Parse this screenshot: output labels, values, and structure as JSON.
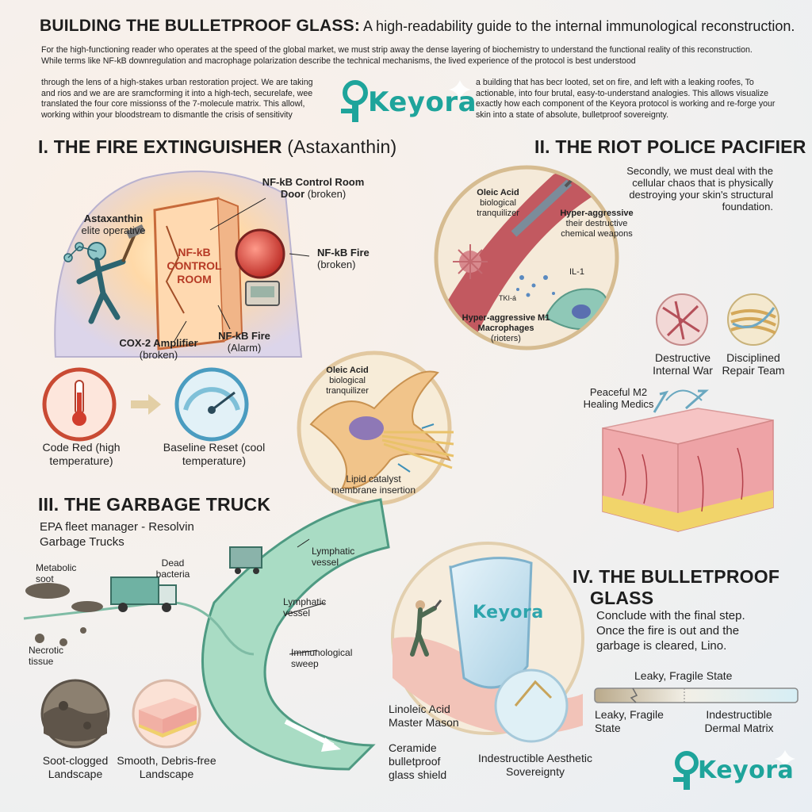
{
  "header": {
    "title_bold": "BUILDING THE BULLETPROOF GLASS:",
    "title_rest": " A high-readability guide to the internal immunological reconstruction.",
    "intro_full": "For the high-functioning reader who operates at the speed of the global market, we must strip away the dense layering of biochemistry to understand the functional reality of this reconstruction. While terms like NF-kB downregulation and macrophage polarization describe the technical mechanisms, the lived experience of the protocol is best understood",
    "intro_left": "through the lens of a high-stakes urban restoration project. We are taking and rios and we are are sramcforming it into a high-tech, securelafe, wee translated the four core missionss of the 7-molecule matrix. This allowl, working within your bloodstream to dismantle the crisis of sensitivity",
    "intro_right": "a building that has becr looted, set on fire, and left with a leaking roofes, To actionable, into four brutal, easy-to-understand analogies. This allows visualize exactly how each component of the Keyora protocol is working and re-forge your skin into a state of absolute, bulletproof sovereignty.",
    "logo": "Keyora"
  },
  "section1": {
    "title": "I. THE FIRE EXTINGUISHER",
    "title_paren": " (Astaxanthin)",
    "astaxanthin_name": "Astaxanthin",
    "astaxanthin_role": "elite operative",
    "door_label": "NF-kB Control Room Door",
    "door_state": " (broken)",
    "room_label": "NF-kB CONTROL ROOM",
    "fire_label": "NF-kB Fire",
    "fire_state": "(broken)",
    "cox_label": "COX-2 Amplifier",
    "cox_state": "(broken)",
    "alarm_label": "NF-kB Fire",
    "alarm_state": "(Alarm)",
    "gauge_hot": "Code Red (high temperature)",
    "gauge_cool": "Baseline Reset (cool temperature)"
  },
  "section2": {
    "title": "II. THE RIOT POLICE PACIFIER",
    "text": "Secondly, we must deal with the cellular chaos that is physically destroying your skin's structural foundation.",
    "oleic_name": "Oleic Acid",
    "oleic_role": "biological tranquilizer",
    "hyper_title": "Hyper-aggressive",
    "hyper_desc": "their destructive chemical weapons",
    "il1": "IL-1",
    "tnf": "TKI-á",
    "m1_title": "Hyper-aggressive M1 Macrophages",
    "m1_state": "(rioters)",
    "war_label": "Destructive Internal War",
    "repair_label": "Disciplined Repair Team",
    "m2_label": "Peaceful M2 Healing Medics",
    "cell_oleic": "Oleic Acid",
    "cell_role": "biological tranquilizer",
    "lipid": "Lipid catalyst membrane insertion"
  },
  "section3": {
    "title": "III. THE GARBAGE TRUCK",
    "subtitle": "EPA fleet manager - Resolvin Garbage Trucks",
    "soot": "Metabolic soot",
    "bacteria": "Dead bacteria",
    "necrotic": "Necrotic tissue",
    "lymph1": "Lymphatic vessel",
    "lymph2": "Lymphatic vessel",
    "sweep": "Immunological sweep",
    "clogged": "Soot-clogged Landscape",
    "smooth": "Smooth, Debris-free Landscape"
  },
  "section4": {
    "title_line1": "IV. THE BULLETPROOF",
    "title_line2": "GLASS",
    "text": "Conclude with the final step. Once the fire is out and the garbage is cleared, Lino.",
    "mason": "Linoleic Acid Master Mason",
    "ceramide": "Ceramide bulletproof glass shield",
    "shield_logo": "Keyora",
    "sovereignty": "Indestructible Aesthetic Sovereignty",
    "bar_top": "Leaky, Fragile State",
    "bar_left": "Leaky, Fragile State",
    "bar_right": "Indestructible Dermal Matrix",
    "footer_logo": "Keyora"
  }
}
